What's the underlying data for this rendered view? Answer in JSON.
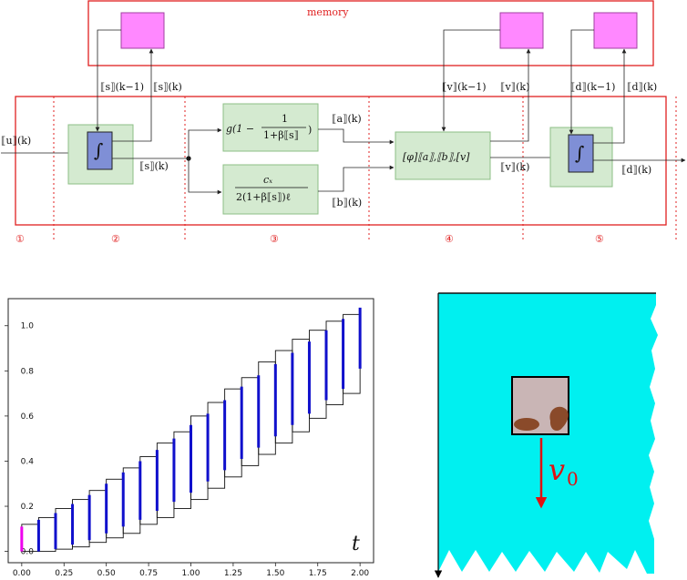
{
  "diagram": {
    "memory_label": "memory",
    "input_label": "⟦u⟧(k)",
    "s_prev": "⟦s⟧(k−1)",
    "s_curr": "⟦s⟧(k)",
    "s_out": "⟦s⟧(k)",
    "integral_symbol": "∫",
    "g_expr_main": "g(1 −",
    "g_expr_num": "1",
    "g_expr_den": "1+β⟦s⟧",
    "g_expr_close": ")",
    "a_label": "⟦a⟧(k)",
    "cx_num": "cₓ",
    "cx_den": "2(1+β⟦s⟧)ℓ",
    "b_label": "⟦b⟧(k)",
    "phi_expr": "[φ]⟦a⟧,⟦b⟧,[v]",
    "v_prev": "⟦v⟧(k−1)",
    "v_curr": "⟦v⟧(k)",
    "v_out": "⟦v⟧(k)",
    "d_prev": "⟦d⟧(k−1)",
    "d_curr": "⟦d⟧(k)",
    "d_out": "⟦d⟧(k)",
    "stages": [
      "①",
      "②",
      "③",
      "④",
      "⑤"
    ],
    "colors": {
      "red": "#e02020",
      "memory_cell": "#ff88ff",
      "green_block": "#d4ead0",
      "integrator": "#7f8fd6"
    }
  },
  "chart_data": {
    "type": "interval-steps",
    "xlabel": "t",
    "ylabel": "",
    "xlim": [
      -0.08,
      2.08
    ],
    "ylim": [
      -0.05,
      1.12
    ],
    "xticks": [
      "0.00",
      "0.25",
      "0.50",
      "0.75",
      "1.00",
      "1.25",
      "1.50",
      "1.75",
      "2.00"
    ],
    "yticks": [
      "0.0",
      "0.2",
      "0.4",
      "0.6",
      "0.8",
      "1.0"
    ],
    "t_values": [
      0.0,
      0.1,
      0.2,
      0.3,
      0.4,
      0.5,
      0.6,
      0.7,
      0.8,
      0.9,
      1.0,
      1.1,
      1.2,
      1.3,
      1.4,
      1.5,
      1.6,
      1.7,
      1.8,
      1.9,
      2.0
    ],
    "box_lower": [
      0.0,
      0.0,
      0.01,
      0.02,
      0.04,
      0.06,
      0.08,
      0.12,
      0.15,
      0.19,
      0.23,
      0.28,
      0.33,
      0.38,
      0.43,
      0.48,
      0.53,
      0.59,
      0.65,
      0.7,
      0.76
    ],
    "box_upper": [
      0.12,
      0.15,
      0.19,
      0.23,
      0.27,
      0.32,
      0.37,
      0.42,
      0.48,
      0.53,
      0.6,
      0.66,
      0.72,
      0.77,
      0.84,
      0.89,
      0.94,
      0.98,
      1.02,
      1.05,
      1.08
    ],
    "interval_lower": [
      0.0,
      0.0,
      0.01,
      0.03,
      0.05,
      0.08,
      0.11,
      0.14,
      0.18,
      0.22,
      0.26,
      0.31,
      0.36,
      0.41,
      0.46,
      0.51,
      0.56,
      0.61,
      0.67,
      0.72,
      0.81
    ],
    "interval_upper": [
      0.11,
      0.14,
      0.17,
      0.21,
      0.25,
      0.3,
      0.35,
      0.4,
      0.45,
      0.5,
      0.56,
      0.61,
      0.67,
      0.73,
      0.78,
      0.83,
      0.88,
      0.93,
      0.98,
      1.03,
      1.08
    ],
    "initial_color": "#ee00ee",
    "interval_color": "#1010cc"
  },
  "scene": {
    "velocity_label": "v",
    "velocity_sub": "0",
    "water_color": "#00f0f0",
    "box_fill": "#c9b5b5",
    "blob_color": "#8a4a2a",
    "arrow_color": "#e01010"
  }
}
